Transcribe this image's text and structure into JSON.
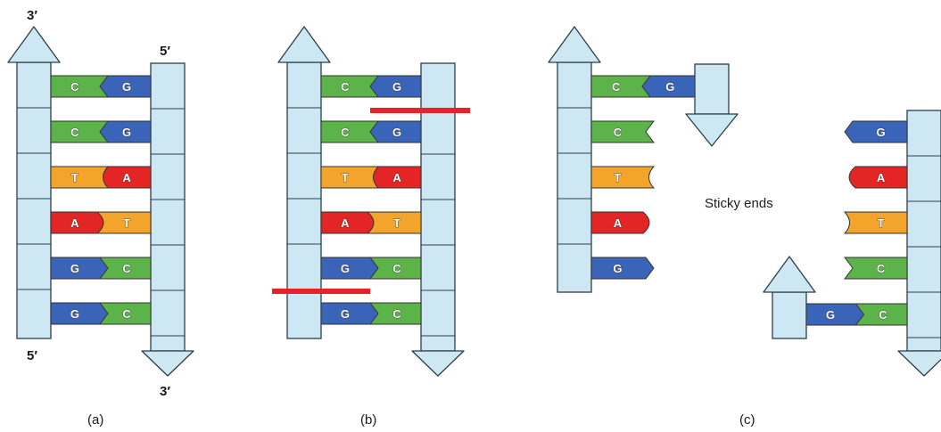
{
  "labels": {
    "a_top": "3′",
    "a_top_right": "5′",
    "a_bottom_left": "5′",
    "a_bottom_right": "3′"
  },
  "captions": {
    "a": "(a)",
    "b": "(b)",
    "c": "(c)"
  },
  "sticky_label": "Sticky ends",
  "colors": {
    "strand": "#cde8f2",
    "strand_stroke": "#2a3f4a",
    "C": "#5cb34a",
    "G": "#3a64b8",
    "T": "#f2a52a",
    "A": "#e32525",
    "cut": "#e8212b"
  },
  "pairs": [
    {
      "left": "C",
      "right": "G"
    },
    {
      "left": "C",
      "right": "G"
    },
    {
      "left": "T",
      "right": "A"
    },
    {
      "left": "A",
      "right": "T"
    },
    {
      "left": "G",
      "right": "C"
    },
    {
      "left": "G",
      "right": "C"
    }
  ],
  "sticky_right_bases": [
    "G",
    "A",
    "T",
    "C"
  ],
  "sticky_left_bases": [
    "C",
    "T",
    "A",
    "G"
  ]
}
